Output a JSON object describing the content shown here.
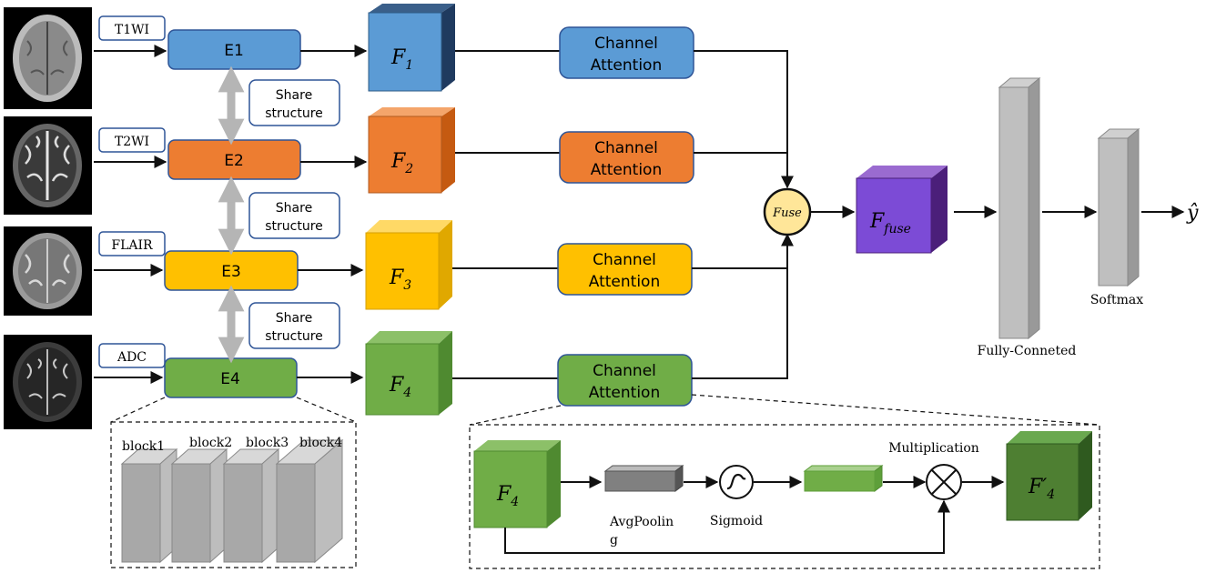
{
  "inputs": [
    {
      "label": "T1WI"
    },
    {
      "label": "T2WI"
    },
    {
      "label": "FLAIR"
    },
    {
      "label": "ADC"
    }
  ],
  "encoders": [
    {
      "label": "E1",
      "color": "#5b9bd5"
    },
    {
      "label": "E2",
      "color": "#ed7d31"
    },
    {
      "label": "E3",
      "color": "#ffc000"
    },
    {
      "label": "E4",
      "color": "#70ad47"
    }
  ],
  "features": [
    {
      "base": "F",
      "sub": "1"
    },
    {
      "base": "F",
      "sub": "2"
    },
    {
      "base": "F",
      "sub": "3"
    },
    {
      "base": "F",
      "sub": "4"
    }
  ],
  "share_label_line1": "Share",
  "share_label_line2": "structure",
  "attention_line1": "Channel",
  "attention_line2": "Attention",
  "fuse_label": "Fuse",
  "fused_feature": {
    "base": "F",
    "sub": "fuse",
    "color": "#7030a0"
  },
  "fc_label": "Fully-Conneted",
  "softmax_label": "Softmax",
  "output_label": "ŷ",
  "blocks": [
    "block1",
    "block2",
    "block3",
    "block4"
  ],
  "detail": {
    "input_base": "F",
    "input_sub": "4",
    "avgpool_label": "AvgPoolin",
    "avgpool_label2": "g",
    "sigmoid_label": "Sigmoid",
    "multiplication_label": "Multiplication",
    "output_base": "F′",
    "output_sub": "4"
  }
}
